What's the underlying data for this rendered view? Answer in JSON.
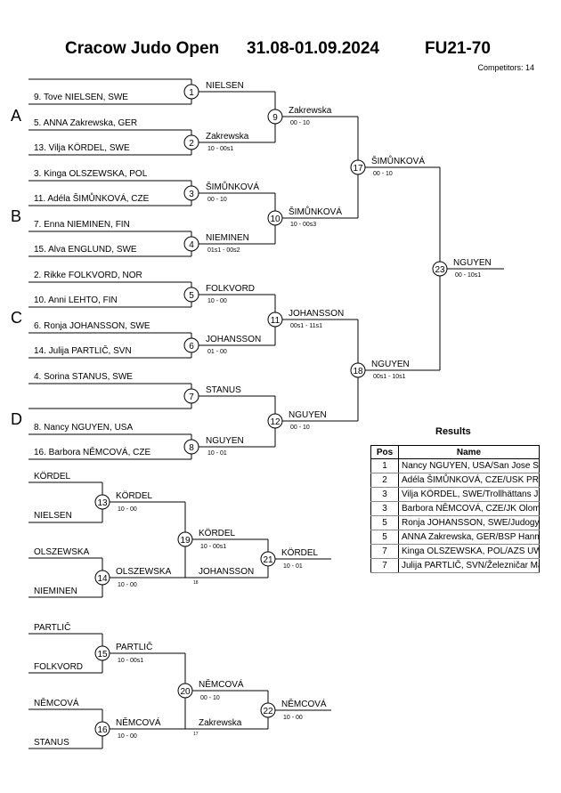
{
  "header": {
    "event": "Cracow Judo Open",
    "dates": "31.08-01.09.2024",
    "category": "FU21-70",
    "competitors": "Competitors: 14"
  },
  "pools": [
    "A",
    "B",
    "C",
    "D"
  ],
  "entries": [
    "9. Tove NIELSEN, SWE",
    "5. ANNA Zakrewska, GER",
    "13. Vilja KÖRDEL, SWE",
    "3. Kinga OLSZEWSKA, POL",
    "11. Adéla ŠIMŮNKOVÁ, CZE",
    "7. Enna NIEMINEN, FIN",
    "15. Alva ENGLUND, SWE",
    "2. Rikke FOLKVORD, NOR",
    "10. Anni LEHTO, FIN",
    "6. Ronja JOHANSSON, SWE",
    "14. Julija PARTLIČ, SVN",
    "4. Sorina STANUS, SWE",
    "8. Nancy NGUYEN, USA",
    "16. Barbora NĚMCOVÁ, CZE"
  ],
  "matches": {
    "m1": {
      "no": "1",
      "winner": "NIELSEN",
      "score": ""
    },
    "m2": {
      "no": "2",
      "winner": "Zakrewska",
      "score": "10 - 00s1"
    },
    "m3": {
      "no": "3",
      "winner": "ŠIMŮNKOVÁ",
      "score": "00 - 10"
    },
    "m4": {
      "no": "4",
      "winner": "NIEMINEN",
      "score": "01s1 - 00s2"
    },
    "m5": {
      "no": "5",
      "winner": "FOLKVORD",
      "score": "10 - 00"
    },
    "m6": {
      "no": "6",
      "winner": "JOHANSSON",
      "score": "01 - 00"
    },
    "m7": {
      "no": "7",
      "winner": "STANUS",
      "score": ""
    },
    "m8": {
      "no": "8",
      "winner": "NGUYEN",
      "score": "10 - 01"
    },
    "m9": {
      "no": "9",
      "winner": "Zakrewska",
      "score": "00 - 10"
    },
    "m10": {
      "no": "10",
      "winner": "ŠIMŮNKOVÁ",
      "score": "10 - 00s3"
    },
    "m11": {
      "no": "11",
      "winner": "JOHANSSON",
      "score": "00s1 - 11s1"
    },
    "m12": {
      "no": "12",
      "winner": "NGUYEN",
      "score": "00 - 10"
    },
    "m17": {
      "no": "17",
      "winner": "ŠIMŮNKOVÁ",
      "score": "00 - 10"
    },
    "m18": {
      "no": "18",
      "winner": "NGUYEN",
      "score": "00s1 - 10s1"
    },
    "m23": {
      "no": "23",
      "winner": "NGUYEN",
      "score": "00 - 10s1"
    }
  },
  "repechage": {
    "block1": {
      "entries": [
        "KÖRDEL",
        "NIELSEN",
        "OLSZEWSKA",
        "NIEMINEN"
      ],
      "m13": {
        "no": "13",
        "winner": "KÖRDEL",
        "score": "10 - 00"
      },
      "m14": {
        "no": "14",
        "winner": "OLSZEWSKA",
        "score": "10 - 00"
      },
      "m19": {
        "no": "19",
        "winner": "KÖRDEL",
        "score": "10 - 00s1"
      },
      "opponent": "JOHANSSON",
      "opponent_ref": "18",
      "m21": {
        "no": "21",
        "winner": "KÖRDEL",
        "score": "10 - 01"
      }
    },
    "block2": {
      "entries": [
        "PARTLIČ",
        "FOLKVORD",
        "NĚMCOVÁ",
        "STANUS"
      ],
      "m15": {
        "no": "15",
        "winner": "PARTLIČ",
        "score": "10 - 00s1"
      },
      "m16": {
        "no": "16",
        "winner": "NĚMCOVÁ",
        "score": "10 - 00"
      },
      "m20": {
        "no": "20",
        "winner": "NĚMCOVÁ",
        "score": "00 - 10"
      },
      "opponent": "Zakrewska",
      "opponent_ref": "17",
      "m22": {
        "no": "22",
        "winner": "NĚMCOVÁ",
        "score": "10 - 00"
      }
    }
  },
  "results": {
    "title": "Results",
    "headers": {
      "pos": "Pos",
      "name": "Name"
    },
    "rows": [
      {
        "pos": "1",
        "name": "Nancy NGUYEN, USA/San Jose Stat"
      },
      {
        "pos": "2",
        "name": "Adéla ŠIMŮNKOVÁ, CZE/USK PRAH"
      },
      {
        "pos": "3",
        "name": "Vilja KÖRDEL, SWE/Trollhättans Jk"
      },
      {
        "pos": "3",
        "name": "Barbora NĚMCOVÁ, CZE/JK Olomouc"
      },
      {
        "pos": "5",
        "name": "Ronja JOHANSSON, SWE/Judogymn"
      },
      {
        "pos": "5",
        "name": "ANNA Zakrewska, GER/BSP Hannov"
      },
      {
        "pos": "7",
        "name": "Kinga OLSZEWSKA, POL/AZS UW"
      },
      {
        "pos": "7",
        "name": "Julija PARTLIČ, SVN/Železničar Marib"
      }
    ]
  }
}
